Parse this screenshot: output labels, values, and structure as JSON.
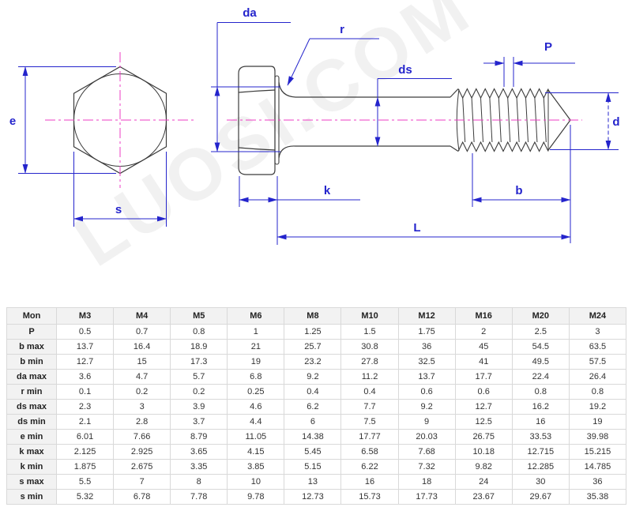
{
  "watermark": {
    "text": "LUOSI.COM"
  },
  "drawing": {
    "labels": {
      "e": "e",
      "s": "s",
      "da": "da",
      "r": "r",
      "ds": "ds",
      "P": "P",
      "d": "d",
      "k": "k",
      "b": "b",
      "L": "L"
    },
    "colors": {
      "dimension_blue": "#2424cc",
      "centerline_magenta": "#ee3cc4",
      "outline_gray": "#3c3c3c",
      "table_header_bg": "#f2f2f2",
      "table_border": "#d9d9d9"
    }
  },
  "table": {
    "header": [
      "Mon",
      "M3",
      "M4",
      "M5",
      "M6",
      "M8",
      "M10",
      "M12",
      "M16",
      "M20",
      "M24"
    ],
    "rows": [
      {
        "label": "P",
        "values": [
          "0.5",
          "0.7",
          "0.8",
          "1",
          "1.25",
          "1.5",
          "1.75",
          "2",
          "2.5",
          "3"
        ]
      },
      {
        "label": "b max",
        "values": [
          "13.7",
          "16.4",
          "18.9",
          "21",
          "25.7",
          "30.8",
          "36",
          "45",
          "54.5",
          "63.5"
        ]
      },
      {
        "label": "b min",
        "values": [
          "12.7",
          "15",
          "17.3",
          "19",
          "23.2",
          "27.8",
          "32.5",
          "41",
          "49.5",
          "57.5"
        ]
      },
      {
        "label": "da max",
        "values": [
          "3.6",
          "4.7",
          "5.7",
          "6.8",
          "9.2",
          "11.2",
          "13.7",
          "17.7",
          "22.4",
          "26.4"
        ]
      },
      {
        "label": "r min",
        "values": [
          "0.1",
          "0.2",
          "0.2",
          "0.25",
          "0.4",
          "0.4",
          "0.6",
          "0.6",
          "0.8",
          "0.8"
        ]
      },
      {
        "label": "ds max",
        "values": [
          "2.3",
          "3",
          "3.9",
          "4.6",
          "6.2",
          "7.7",
          "9.2",
          "12.7",
          "16.2",
          "19.2"
        ]
      },
      {
        "label": "ds min",
        "values": [
          "2.1",
          "2.8",
          "3.7",
          "4.4",
          "6",
          "7.5",
          "9",
          "12.5",
          "16",
          "19"
        ]
      },
      {
        "label": "e min",
        "values": [
          "6.01",
          "7.66",
          "8.79",
          "11.05",
          "14.38",
          "17.77",
          "20.03",
          "26.75",
          "33.53",
          "39.98"
        ]
      },
      {
        "label": "k max",
        "values": [
          "2.125",
          "2.925",
          "3.65",
          "4.15",
          "5.45",
          "6.58",
          "7.68",
          "10.18",
          "12.715",
          "15.215"
        ]
      },
      {
        "label": "k min",
        "values": [
          "1.875",
          "2.675",
          "3.35",
          "3.85",
          "5.15",
          "6.22",
          "7.32",
          "9.82",
          "12.285",
          "14.785"
        ]
      },
      {
        "label": "s max",
        "values": [
          "5.5",
          "7",
          "8",
          "10",
          "13",
          "16",
          "18",
          "24",
          "30",
          "36"
        ]
      },
      {
        "label": "s min",
        "values": [
          "5.32",
          "6.78",
          "7.78",
          "9.78",
          "12.73",
          "15.73",
          "17.73",
          "23.67",
          "29.67",
          "35.38"
        ]
      }
    ]
  }
}
